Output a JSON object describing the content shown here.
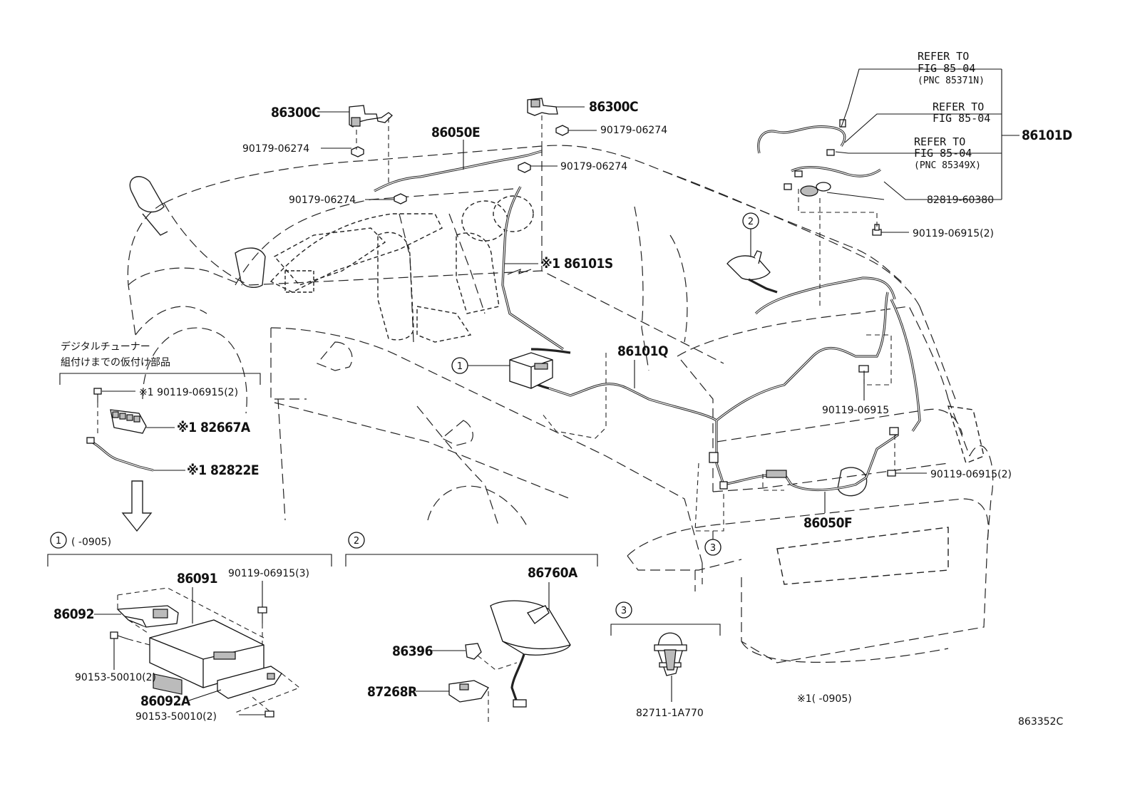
{
  "diagram": {
    "figure_id": "863352C",
    "labels": {
      "l86300c_a": "86300C",
      "l86300c_b": "86300C",
      "l90179_a": "90179-06274",
      "l90179_b": "90179-06274",
      "l90179_c": "90179-06274",
      "l90179_d": "90179-06274",
      "l86050e": "86050E",
      "l86101s": "※1 86101S",
      "l86101q": "86101Q",
      "l86101d": "86101D",
      "l82819": "82819-60380",
      "l90119_top": "90119-06915(2)",
      "l90119_mid": "90119-06915",
      "l90119_right": "90119-06915(2)",
      "l86050f": "86050F",
      "l90119_tuner": "※1 90119-06915(2)",
      "l82667a": "※1 82667A",
      "l82822e": "※1 82822E",
      "l86091": "86091",
      "l90119_box": "90119-06915(3)",
      "l86092": "86092",
      "l90153_a": "90153-50010(2)",
      "l86092a": "86092A",
      "l90153_b": "90153-50010(2)",
      "l86760a": "86760A",
      "l86396": "86396",
      "l87268r": "87268R",
      "l82711": "82711-1A770"
    },
    "refer": {
      "r1_line1": "REFER TO",
      "r1_line2": "FIG 85-04",
      "r1_line3": "(PNC 85371N)",
      "r2_line1": "REFER TO",
      "r2_line2": "FIG 85-04",
      "r3_line1": "REFER TO",
      "r3_line2": "FIG 85-04",
      "r3_line3": "(PNC 85349X)"
    },
    "japanese_note": {
      "line1": "デジタルチューナー",
      "line2": "組付けまでの仮付け部品"
    },
    "callouts": {
      "c1": "1",
      "c2": "2",
      "c3": "3"
    },
    "section_headers": {
      "s1_num": "1",
      "s1_range": "(        -0905)",
      "s2_num": "2",
      "s3_num": "3"
    },
    "footnote": "※1(        -0905)"
  }
}
